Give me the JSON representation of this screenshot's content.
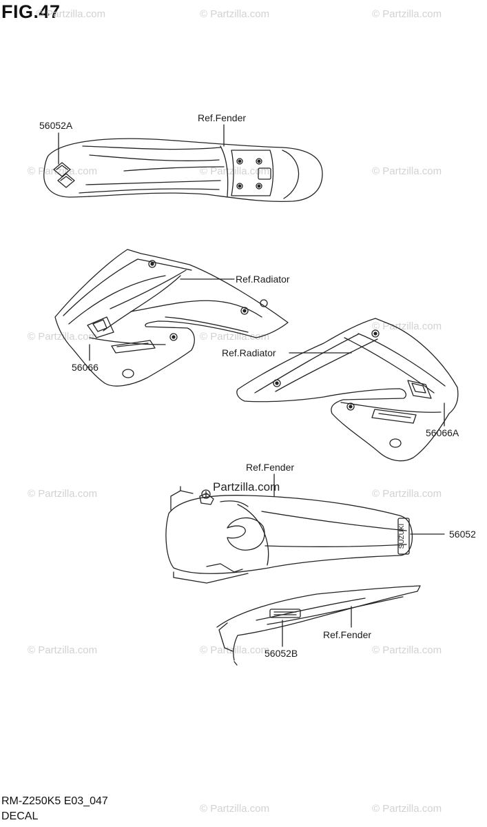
{
  "figure": {
    "title": "FIG.47",
    "model_code": "RM-Z250K5 E03_047",
    "section_name": "DECAL"
  },
  "watermark": "© Partzilla.com",
  "inline_watermark": "Partzilla.com",
  "labels": {
    "front_fender_decal": "56052A",
    "ref_fender_front": "Ref.Fender",
    "ref_radiator_left": "Ref.Radiator",
    "shroud_decal_left": "56066",
    "ref_radiator_right": "Ref.Radiator",
    "shroud_decal_right": "56066A",
    "ref_fender_rear": "Ref.Fender",
    "rear_fender_decal": "56052",
    "rear_fender_side_decal": "56052B",
    "ref_fender_side": "Ref.Fender"
  },
  "decal_text": {
    "rear_fender_logo": "SUZUKI"
  },
  "colors": {
    "line": "#222222",
    "watermark": "#d2d2d2"
  }
}
